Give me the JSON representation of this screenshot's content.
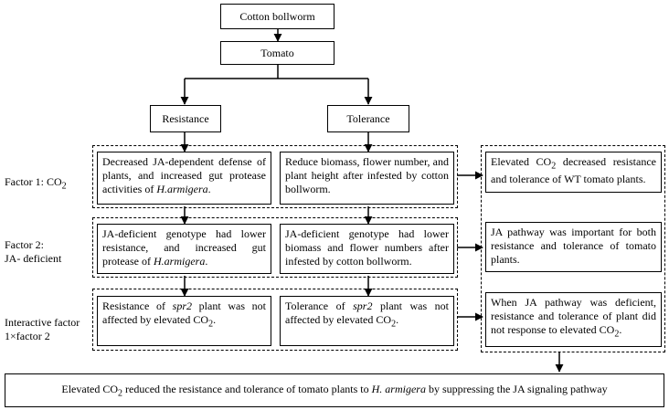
{
  "top": {
    "bollworm": "Cotton bollworm",
    "tomato": "Tomato"
  },
  "branches": {
    "resistance": "Resistance",
    "tolerance": "Tolerance"
  },
  "factors": {
    "f1": "Factor 1: CO",
    "f1_sub": "2",
    "f2_line1": "Factor 2:",
    "f2_line2": "JA- deficient",
    "f3_line1": "Interactive factor",
    "f3_line2": "1×factor 2"
  },
  "rows": {
    "r1": {
      "res_a": "Decreased JA-dependent defense of plants, and increased gut protease activities of ",
      "res_b": "H.armigera",
      "res_c": ".",
      "tol": "Reduce biomass, flower number, and plant height after infested by cotton bollworm.",
      "sum_a": "Elevated CO",
      "sum_sub": "2",
      "sum_b": " decreased resistance and tolerance of WT tomato plants."
    },
    "r2": {
      "res_a": "JA-deficient genotype had lower resistance, and increased gut protease of ",
      "res_b": "H.armigera",
      "res_c": ".",
      "tol": "JA-deficient genotype had lower biomass and flower numbers after infested by cotton bollworm.",
      "sum": "JA pathway was important for both resistance and tolerance of tomato plants."
    },
    "r3": {
      "res_a": "Resistance of ",
      "res_b": "spr2",
      "res_c": " plant was not affected by elevated CO",
      "res_sub": "2",
      "res_d": ".",
      "tol_a": "Tolerance of ",
      "tol_b": "spr2",
      "tol_c": " plant was not affected by elevated CO",
      "tol_sub": "2",
      "tol_d": ".",
      "sum_a": "When JA pathway was deficient, resistance and tolerance of plant did not response to elevated CO",
      "sum_sub": "2",
      "sum_b": "."
    }
  },
  "conclusion": {
    "a": "Elevated CO",
    "sub": "2",
    "b": " reduced the resistance and tolerance of tomato plants to ",
    "c": "H. armigera",
    "d": " by suppressing the JA signaling pathway"
  }
}
